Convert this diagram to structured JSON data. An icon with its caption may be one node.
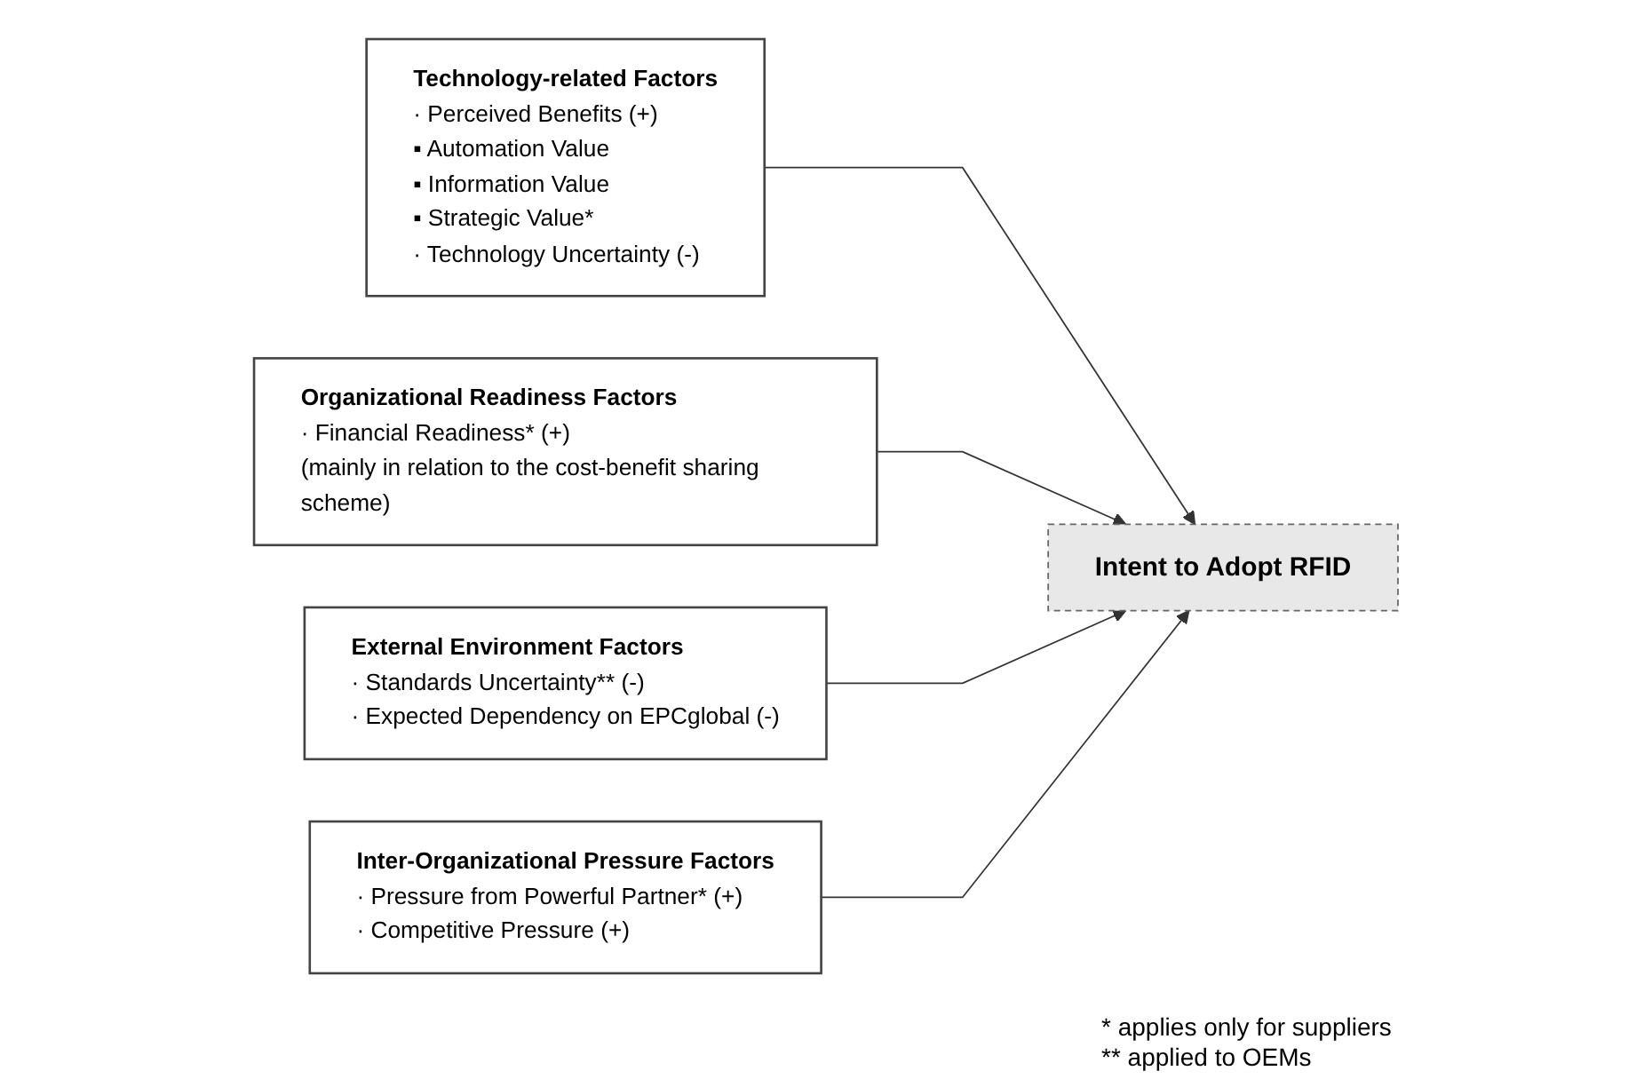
{
  "diagram": {
    "nodes": [
      {
        "text": [
          "Technology-related Factors",
          "· Perceived Benefits (+)",
          "▪ Automation Value",
          "▪ Information Value",
          "▪ Strategic Value*",
          "· Technology Uncertainty (-)"
        ]
      },
      {
        "text": [
          "Organizational Readiness Factors",
          "· Financial Readiness* (+)",
          "(mainly in relation to the cost-benefit sharing scheme)"
        ]
      },
      {
        "text": [
          "Intent to Adopt RFID"
        ]
      },
      {
        "text": [
          "External Environment Factors",
          "· Standards Uncertainty** (-)",
          "· Expected Dependency on EPCglobal (-)"
        ]
      },
      {
        "text": [
          "Inter-Organizational Pressure Factors",
          "· Pressure from Powerful Partner* (+)",
          "· Competitive Pressure (+)"
        ]
      }
    ],
    "edges": [
      {
        "from": 0,
        "to": 2,
        "arrow": "to"
      },
      {
        "from": 1,
        "to": 2,
        "arrow": "to"
      },
      {
        "from": 3,
        "to": 2,
        "arrow": "to"
      },
      {
        "from": 4,
        "to": 2,
        "arrow": "to"
      }
    ],
    "labels": [
      "* applies only for suppliers",
      "** applied to OEMs"
    ]
  }
}
